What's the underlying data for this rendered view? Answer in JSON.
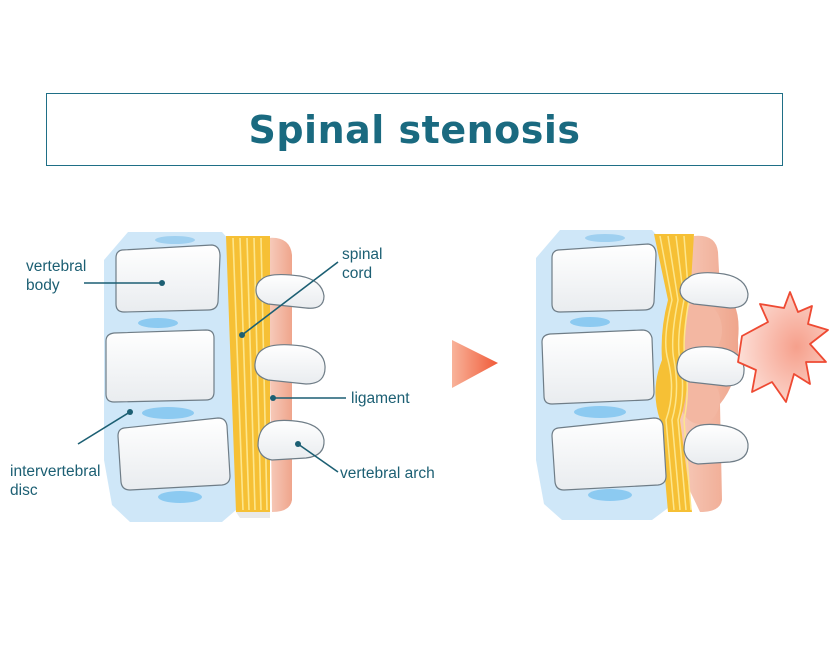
{
  "title": "Spinal stenosis",
  "labels": {
    "vertebral_body_line1": "vertebral",
    "vertebral_body_line2": "body",
    "spinal_cord_line1": "spinal",
    "spinal_cord_line2": "cord",
    "ligament": "ligament",
    "intervertebral_disc_line1": "intervertebral",
    "intervertebral_disc_line2": "disc",
    "vertebral_arch": "vertebral arch"
  },
  "colors": {
    "title": "#1a6a80",
    "label_text": "#1c5f73",
    "disc_blue": "#cde6f7",
    "vertebra_fill": "#f7f7f7",
    "cord_yellow": "#f7c43a",
    "ligament_pink": "#f3b9a5",
    "arrow_orange": "#f26a45",
    "pain_red": "#e8452f"
  }
}
